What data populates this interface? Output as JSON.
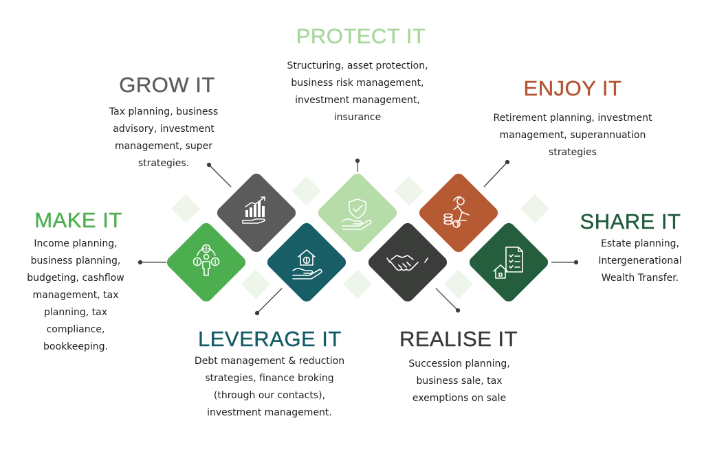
{
  "sections": {
    "make": {
      "title": "MAKE IT",
      "color": "#4cae4f",
      "lines": [
        "Income planning,",
        "business planning,",
        "budgeting, cashflow",
        "management, tax",
        "planning, tax",
        "compliance,",
        "bookkeeping."
      ],
      "icon": "people-money-icon"
    },
    "grow": {
      "title": "GROW IT",
      "color": "#5d5d5d",
      "lines": [
        "Tax planning, business",
        "advisory, investment",
        "management, super",
        "strategies."
      ],
      "icon": "hand-growth-chart-icon"
    },
    "protect": {
      "title": "PROTECT IT",
      "color": "#a7d79a",
      "lines": [
        "Structuring, asset protection,",
        "business risk management,",
        "investment management,",
        "insurance"
      ],
      "icon": "hand-shield-icon"
    },
    "enjoy": {
      "title": "ENJOY IT",
      "color": "#b35431",
      "lines": [
        "Retirement planning, investment",
        "management, superannuation",
        "strategies"
      ],
      "icon": "relaxing-person-coins-icon"
    },
    "share": {
      "title": "SHARE IT",
      "color": "#1f5a3a",
      "lines": [
        "Estate planning,",
        "Intergenerational",
        "Wealth Transfer."
      ],
      "icon": "house-checklist-icon"
    },
    "leverage": {
      "title": "LEVERAGE IT",
      "color": "#145b66",
      "lines": [
        "Debt management & reduction",
        "strategies, finance broking",
        "(through our contacts),",
        "investment management."
      ],
      "icon": "hand-house-money-icon"
    },
    "realise": {
      "title": "REALISE IT",
      "color": "#3a3a3a",
      "lines": [
        "Succession planning,",
        "business sale, tax",
        "exemptions on sale"
      ],
      "icon": "handshake-icon"
    }
  },
  "colors": {
    "make": "#4cae4f",
    "grow": "#5b5b5b",
    "protect": "#b6dca8",
    "enjoy": "#b65a33",
    "share": "#245e3c",
    "leverage": "#175e66",
    "realise": "#3b3d3b",
    "ghost": "#eef5ea",
    "connector": "#3c3c3c"
  }
}
